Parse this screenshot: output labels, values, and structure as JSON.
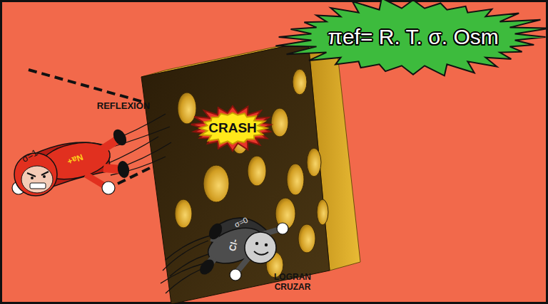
{
  "diagram": {
    "nodes": [
      {
        "text": [
          "πef= R. T. σ. Osm"
        ]
      },
      {
        "text": [
          "CRASH"
        ]
      }
    ],
    "labels": [
      "REFLEXIÓN",
      "σ=1",
      "Na+",
      "σ=0",
      "Cl-",
      "LOGRAN CRUZAR"
    ]
  }
}
